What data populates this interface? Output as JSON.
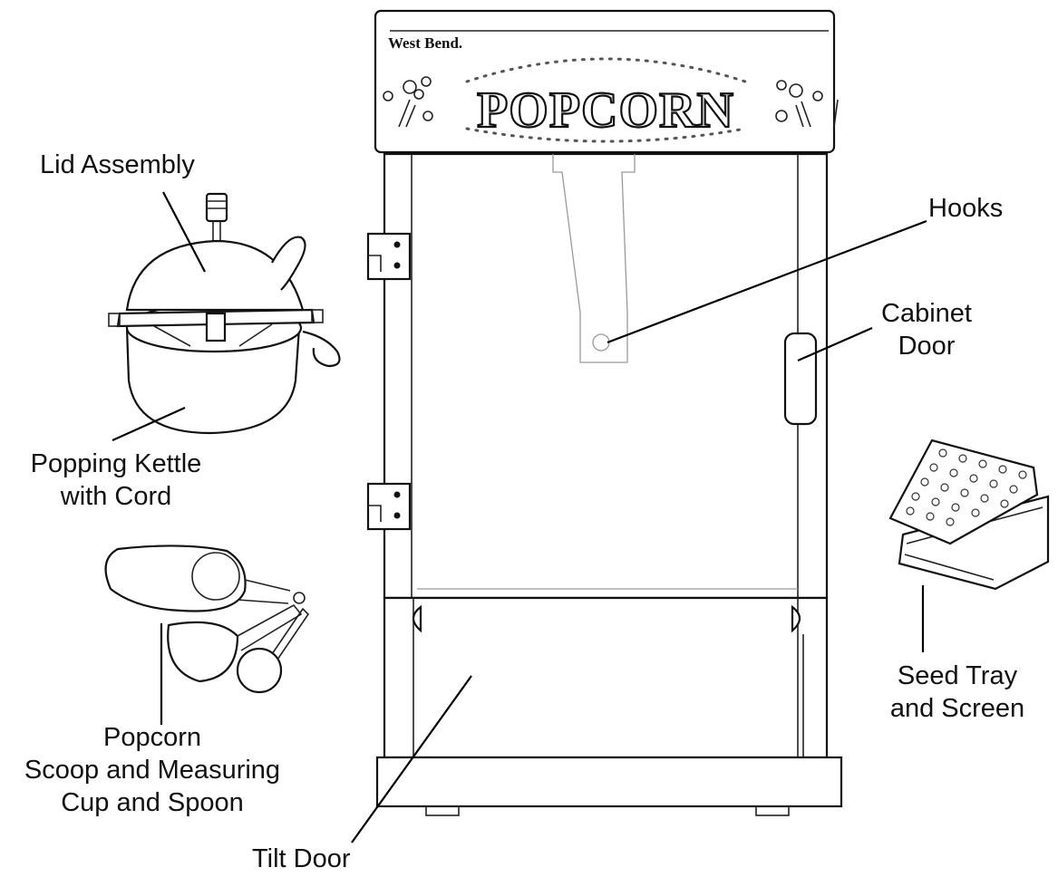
{
  "brand": "West Bend.",
  "marquee": "POPCORN",
  "labels": {
    "lid_assembly": "Lid Assembly",
    "hooks": "Hooks",
    "cabinet_door_1": "Cabinet",
    "cabinet_door_2": "Door",
    "kettle_1": "Popping Kettle",
    "kettle_2": "with Cord",
    "seed_tray_1": "Seed Tray",
    "seed_tray_2": "and Screen",
    "scoop_1": "Popcorn",
    "scoop_2": "Scoop and Measuring",
    "scoop_3": "Cup and Spoon",
    "tilt_door": "Tilt Door"
  }
}
